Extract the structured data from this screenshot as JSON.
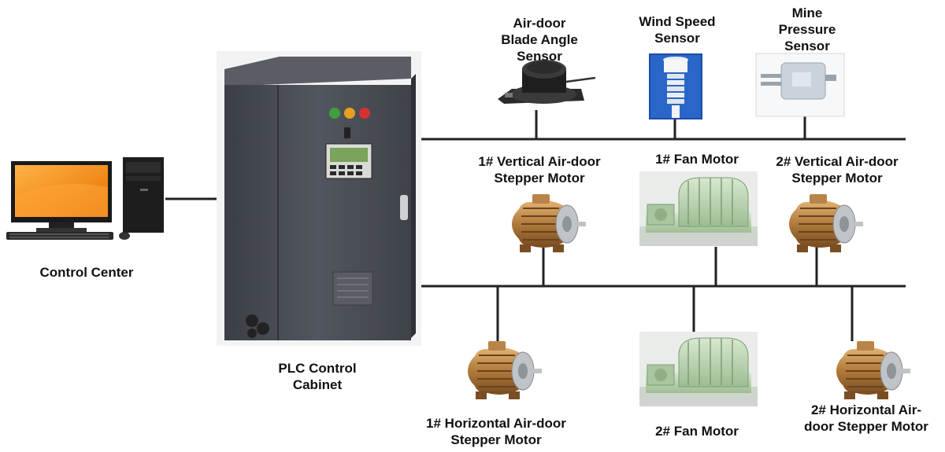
{
  "diagram": {
    "control_center": {
      "label": "Control Center",
      "icon": "desktop-computer-icon"
    },
    "plc_cabinet": {
      "label": "PLC Control\nCabinet",
      "icon": "plc-cabinet-icon"
    },
    "sensors": [
      {
        "id": "blade-angle",
        "label": "Air-door\nBlade Angle\nSensor",
        "icon": "angle-sensor-icon"
      },
      {
        "id": "wind-speed",
        "label": "Wind Speed\nSensor",
        "icon": "anemometer-icon"
      },
      {
        "id": "mine-pressure",
        "label": "Mine\nPressure\nSensor",
        "icon": "pressure-sensor-icon"
      }
    ],
    "upper_devices": [
      {
        "id": "v1",
        "label": "1# Vertical Air-door\nStepper Motor",
        "icon": "stepper-motor-icon"
      },
      {
        "id": "fan1",
        "label": "1# Fan Motor",
        "icon": "fan-motor-icon"
      },
      {
        "id": "v2",
        "label": "2# Vertical Air-door\nStepper Motor",
        "icon": "stepper-motor-icon"
      }
    ],
    "lower_devices": [
      {
        "id": "h1",
        "label": "1# Horizontal Air-door\nStepper Motor",
        "icon": "stepper-motor-icon"
      },
      {
        "id": "fan2",
        "label": "2# Fan Motor",
        "icon": "fan-motor-icon"
      },
      {
        "id": "h2",
        "label": "2# Horizontal Air-\ndoor Stepper Motor",
        "icon": "stepper-motor-icon"
      }
    ],
    "colors": {
      "cabinet": "#4a4d55",
      "motor_copper": "#b07a3c",
      "fan_green": "#b9d4b0",
      "monitor_orange": "#f08a1a",
      "bus_line": "#222222"
    }
  }
}
